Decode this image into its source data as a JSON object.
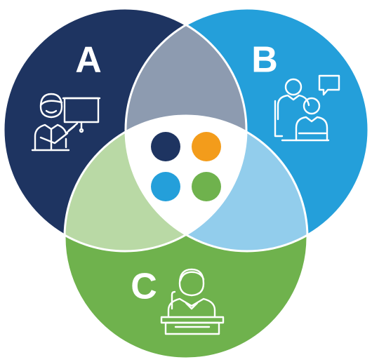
{
  "sets": [
    {
      "id": "a",
      "label": "A",
      "icon": "presenter-whiteboard-icon",
      "color": "#1e3461"
    },
    {
      "id": "b",
      "label": "B",
      "icon": "meeting-chat-icon",
      "color": "#249fda"
    },
    {
      "id": "c",
      "label": "C",
      "icon": "speaker-podium-icon",
      "color": "#6fb24d"
    }
  ],
  "intersections": {
    "ab": "#8d9bb0",
    "ac": "#b9d9a5",
    "bc": "#92cdec",
    "abc": "#ffffff"
  },
  "center_dots": [
    "#1e3461",
    "#f39c1b",
    "#249fda",
    "#6fb24d"
  ]
}
